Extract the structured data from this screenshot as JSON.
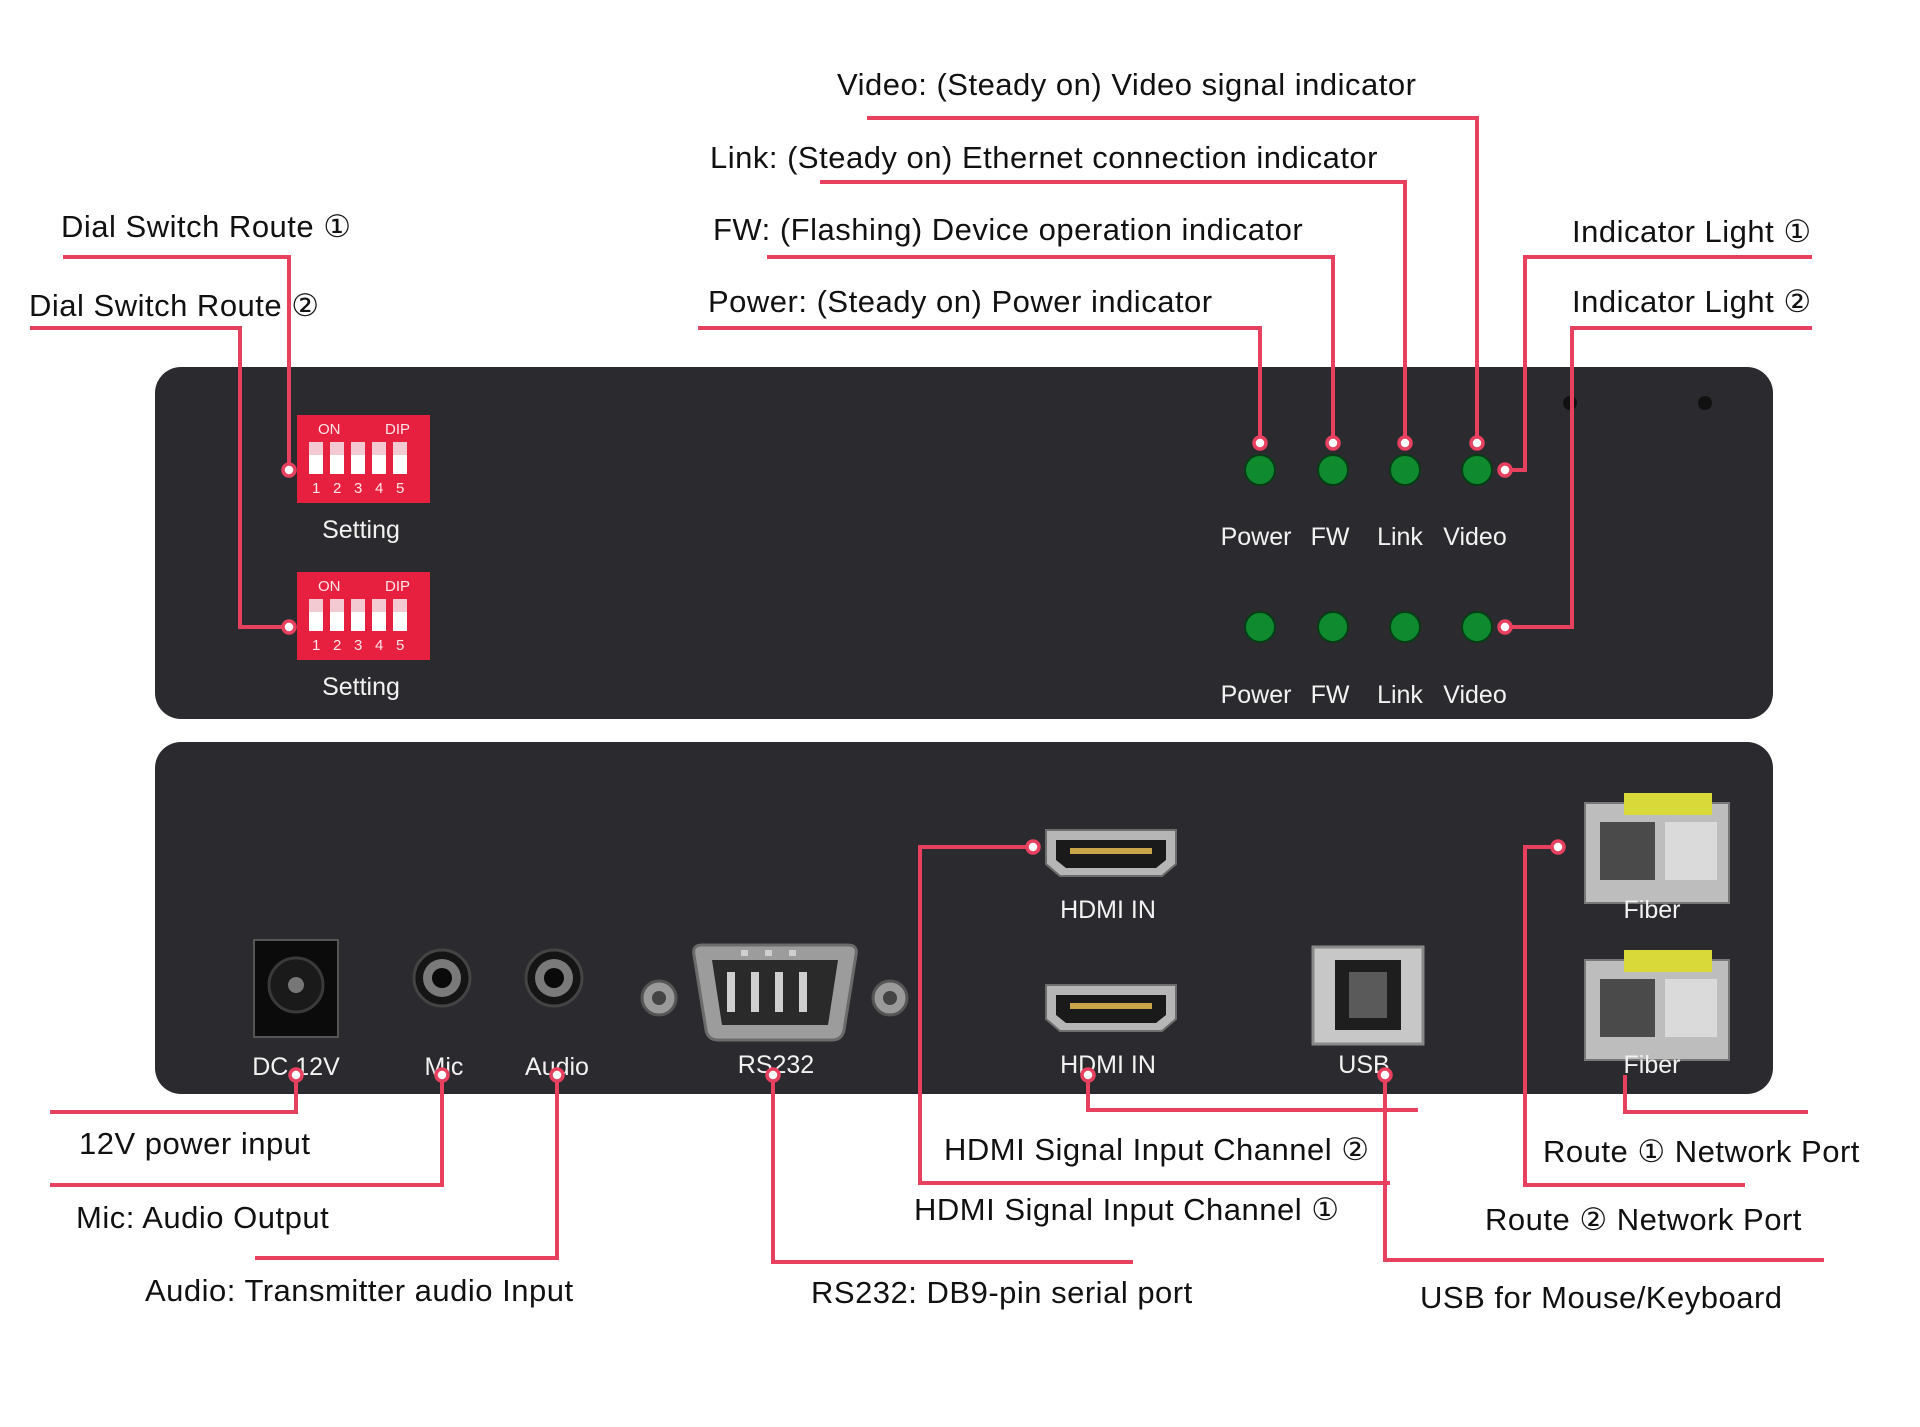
{
  "colors": {
    "accent": "#e8405f",
    "panel": "#2b2b2f",
    "led": "#0f8a2f",
    "dip": "#e8203f",
    "sfp_yellow": "#d9d93a"
  },
  "front_panel": {
    "dip_switches": [
      {
        "top_left": "ON",
        "top_right": "DIP",
        "numbers": [
          "1",
          "2",
          "3",
          "4",
          "5"
        ],
        "label": "Setting"
      },
      {
        "top_left": "ON",
        "top_right": "DIP",
        "numbers": [
          "1",
          "2",
          "3",
          "4",
          "5"
        ],
        "label": "Setting"
      }
    ],
    "indicator_rows": [
      {
        "labels": [
          "Power",
          "FW",
          "Link",
          "Video"
        ]
      },
      {
        "labels": [
          "Power",
          "FW",
          "Link",
          "Video"
        ]
      }
    ]
  },
  "rear_panel": {
    "dc": "DC 12V",
    "mic": "Mic",
    "audio": "Audio",
    "rs232": "RS232",
    "hdmi_top": "HDMI IN",
    "hdmi_bottom": "HDMI IN",
    "usb": "USB",
    "fiber_top": "Fiber",
    "fiber_bottom": "Fiber"
  },
  "callouts": {
    "video": "Video: (Steady on) Video signal indicator",
    "link": "Link: (Steady on) Ethernet connection indicator",
    "fw": "FW: (Flashing) Device operation indicator",
    "power": "Power: (Steady on) Power indicator",
    "dial1": "Dial Switch Route ①",
    "dial2": "Dial Switch Route ②",
    "ind1": "Indicator Light ①",
    "ind2": "Indicator Light ②",
    "power_input": "12V power input",
    "mic": "Mic: Audio Output",
    "audio": "Audio: Transmitter audio Input",
    "rs232": "RS232: DB9-pin serial port",
    "hdmi2": "HDMI Signal Input Channel ②",
    "hdmi1": "HDMI Signal Input Channel ①",
    "route1": "Route ① Network Port",
    "route2": "Route ② Network Port",
    "usb": "USB for Mouse/Keyboard"
  }
}
